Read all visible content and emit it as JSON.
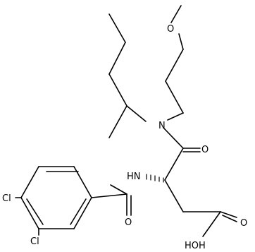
{
  "molecule": {
    "atoms": {
      "methoxy_o": "O",
      "amide_n": "N",
      "amide_o": "O",
      "nh": "HN",
      "benzoyl_o": "O",
      "cl_4": "Cl",
      "cl_3": "Cl",
      "acid_o": "O",
      "acid_oh": "HOH"
    }
  }
}
